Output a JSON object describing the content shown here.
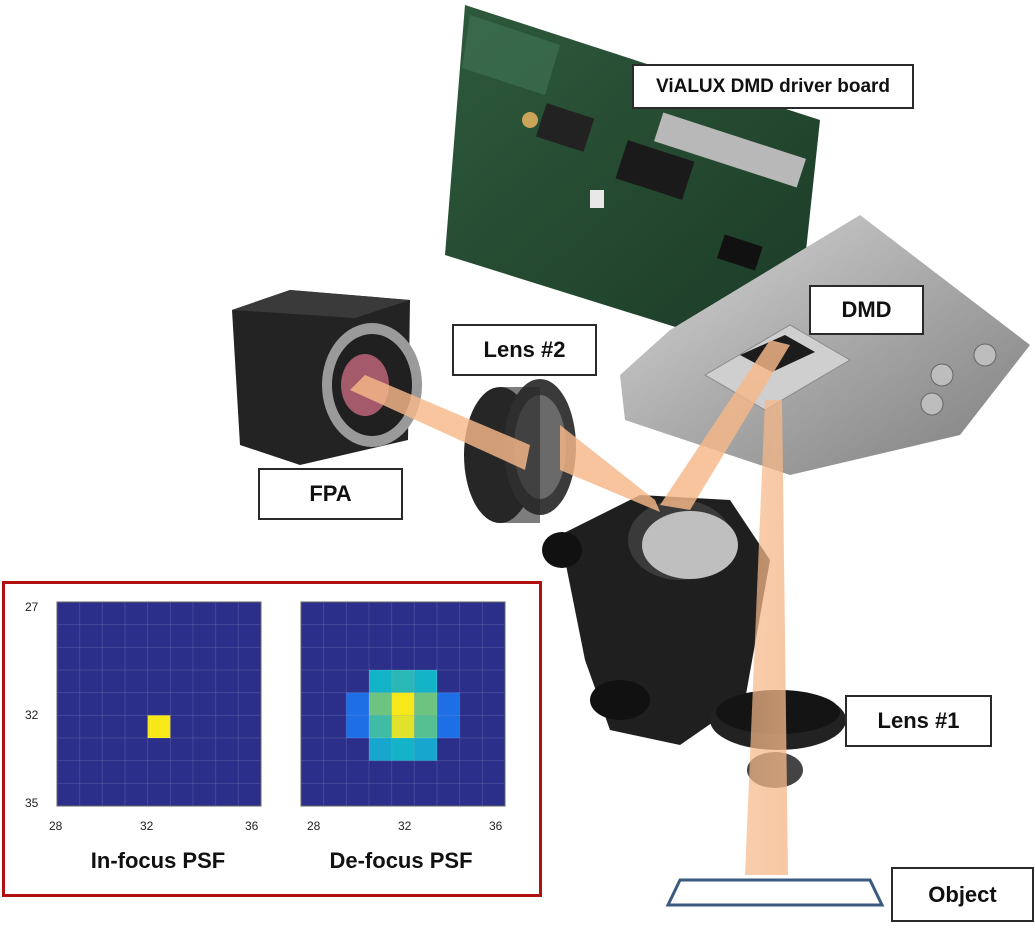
{
  "labels": {
    "driver_board": "ViALUX DMD driver board",
    "dmd": "DMD",
    "lens2": "Lens #2",
    "fpa": "FPA",
    "lens1": "Lens #1",
    "object": "Object"
  },
  "psf_panel": {
    "infocus_title": "In-focus PSF",
    "defocus_title": "De-focus PSF",
    "infocus_y_ticks": [
      "27",
      "32",
      "35"
    ],
    "infocus_x_ticks": [
      "28",
      "32",
      "36"
    ],
    "defocus_x_ticks": [
      "28",
      "32",
      "36"
    ]
  },
  "chart_data": [
    {
      "type": "heatmap",
      "title": "In-focus PSF",
      "x_range": [
        28,
        36
      ],
      "y_range": [
        27,
        35
      ],
      "grid": true,
      "colors": {
        "background": "#2b2f8a",
        "peak": "#f7e81a"
      },
      "cells": [
        {
          "x": 32,
          "y": 32,
          "value": 1.0
        }
      ]
    },
    {
      "type": "heatmap",
      "title": "De-focus PSF",
      "x_range": [
        28,
        36
      ],
      "y_range": [
        27,
        35
      ],
      "grid": true,
      "colors": {
        "background": "#2b2f8a"
      },
      "cells": [
        {
          "x": 31,
          "y": 30,
          "value": 0.5
        },
        {
          "x": 32,
          "y": 30,
          "value": 0.55
        },
        {
          "x": 33,
          "y": 30,
          "value": 0.5
        },
        {
          "x": 30,
          "y": 31,
          "value": 0.25
        },
        {
          "x": 31,
          "y": 31,
          "value": 0.7
        },
        {
          "x": 32,
          "y": 31,
          "value": 1.0
        },
        {
          "x": 33,
          "y": 31,
          "value": 0.7
        },
        {
          "x": 34,
          "y": 31,
          "value": 0.25
        },
        {
          "x": 30,
          "y": 32,
          "value": 0.25
        },
        {
          "x": 31,
          "y": 32,
          "value": 0.6
        },
        {
          "x": 32,
          "y": 32,
          "value": 0.95
        },
        {
          "x": 33,
          "y": 32,
          "value": 0.65
        },
        {
          "x": 34,
          "y": 32,
          "value": 0.25
        },
        {
          "x": 31,
          "y": 33,
          "value": 0.45
        },
        {
          "x": 32,
          "y": 33,
          "value": 0.5
        },
        {
          "x": 33,
          "y": 33,
          "value": 0.45
        }
      ]
    }
  ]
}
